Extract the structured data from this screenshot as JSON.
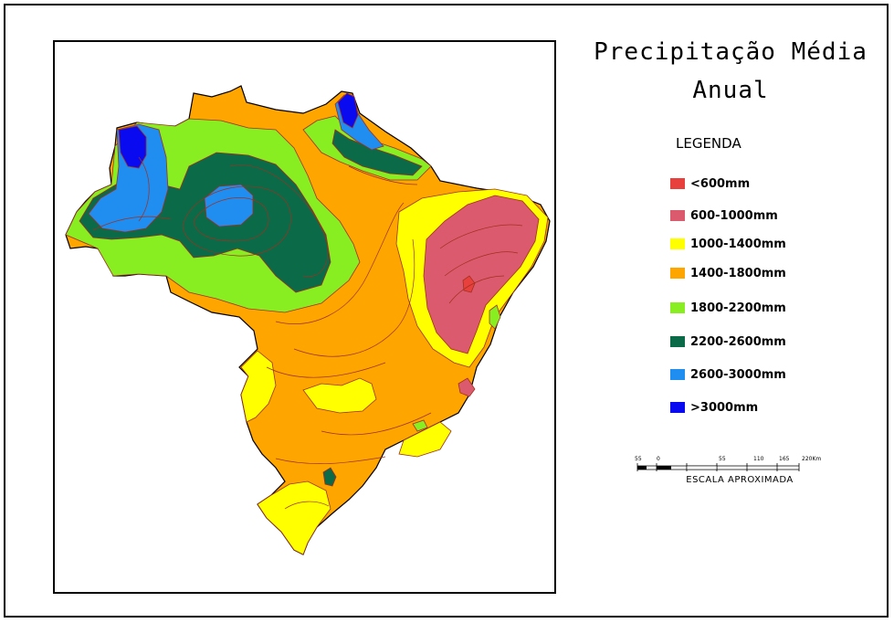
{
  "title": {
    "line1": "Precipitação Média",
    "line2": "Anual"
  },
  "legend": {
    "title": "LEGENDA",
    "items": [
      {
        "label": "<600mm",
        "color": "#e8403c"
      },
      {
        "label": "600-1000mm",
        "color": "#dc5a6e"
      },
      {
        "label": "1000-1400mm",
        "color": "#ffff00"
      },
      {
        "label": "1400-1800mm",
        "color": "#ffa500"
      },
      {
        "label": "1800-2200mm",
        "color": "#88ee22"
      },
      {
        "label": "2200-2600mm",
        "color": "#0b6a47"
      },
      {
        "label": "2600-3000mm",
        "color": "#1f8ef0"
      },
      {
        "label": ">3000mm",
        "color": "#0a0af0"
      }
    ]
  },
  "scale": {
    "ticks": [
      "55",
      "0",
      "55",
      "110",
      "165",
      "220Km"
    ],
    "caption": "ESCALA APROXIMADA"
  },
  "colors": {
    "contour": "#a03020",
    "frame": "#000000"
  }
}
